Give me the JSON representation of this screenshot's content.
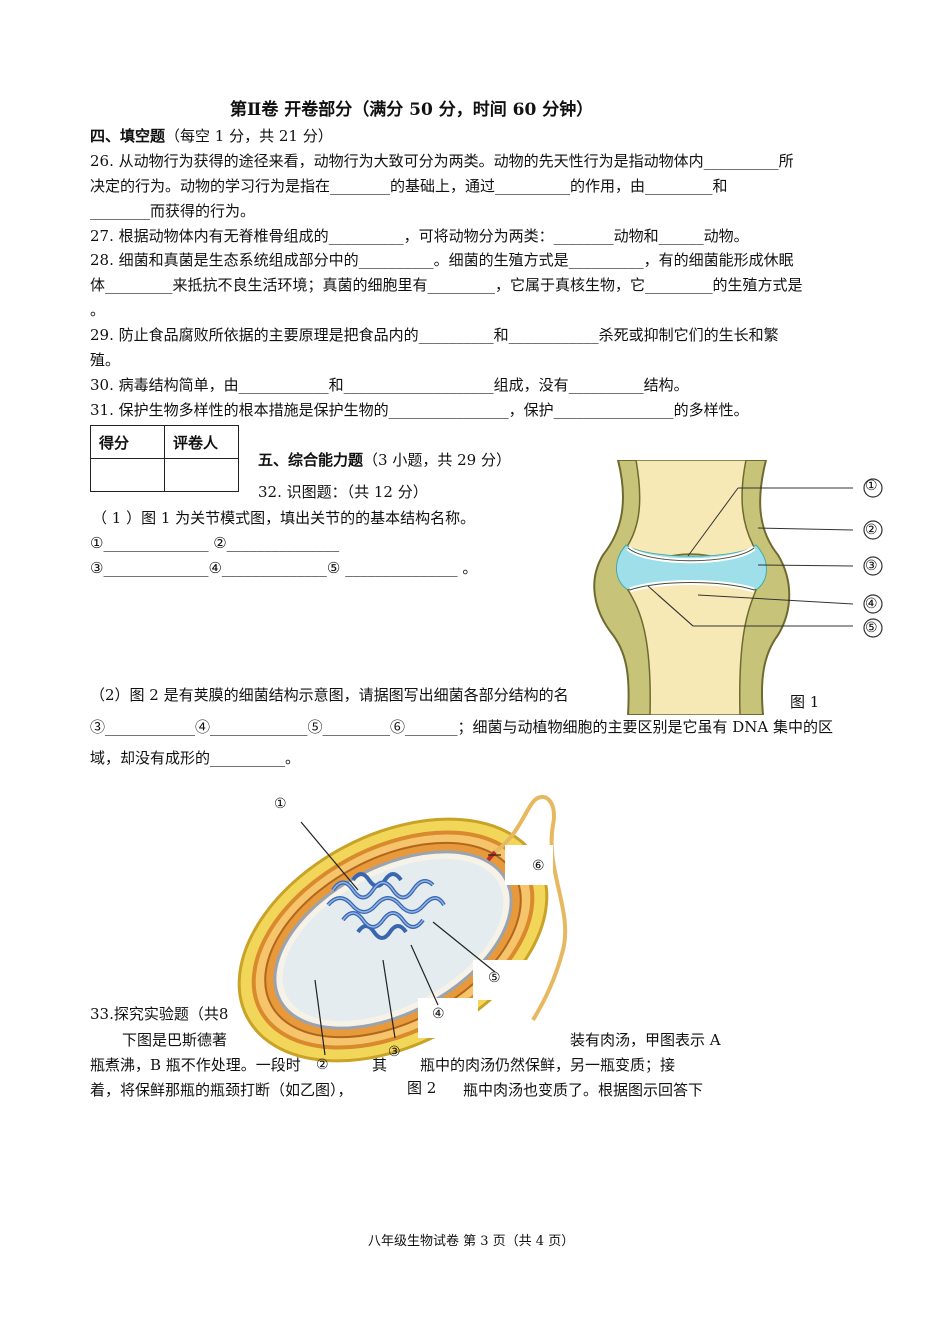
{
  "header": {
    "title": "第Ⅱ卷 开卷部分（满分 50 分，时间 60 分钟）"
  },
  "section4": {
    "heading": "四、填空题",
    "note": "（每空 1 分，共 21 分）",
    "q26": [
      "26. 从动物行为获得的途径来看，动物行为大致可分为两类。动物的先天性行为是指动物体内__________所",
      "决定的行为。动物的学习行为是指在________的基础上，通过__________的作用，由_________和",
      "________而获得的行为。"
    ],
    "q27": "27. 根据动物体内有无脊椎骨组成的__________，可将动物分为两类：________动物和______动物。",
    "q28": [
      "28. 细菌和真菌是生态系统组成部分中的__________。细菌的生殖方式是__________，有的细菌能形成休眠",
      "体_________来抵抗不良生活环境；真菌的细胞里有_________，它属于真核生物，它_________的生殖方式是",
      "。"
    ],
    "q29": [
      "29. 防止食品腐败所依据的主要原理是把食品内的__________和____________杀死或抑制它们的生长和繁",
      "殖。"
    ],
    "q30": "30.  病毒结构简单，由____________和____________________组成，没有__________结构。",
    "q31": "31.  保护生物多样性的根本措施是保护生物的________________，保护________________的多样性。"
  },
  "score_table": {
    "col1": "得分",
    "col2": "评卷人"
  },
  "section5": {
    "heading": "五、综合能力题",
    "note": "（3 小题，共 29 分）",
    "q32_title": "32. 识图题：（共 12 分）",
    "q32_1": "（ 1 ）图 1 为关节模式图，填出关节的的基本结构名称。",
    "q32_1_line1": "①______________  ②_______________",
    "q32_1_line2": "③______________④______________⑤  _______________  。",
    "q32_2_line1": "（2）图 2 是有荚膜的细菌结构示意图，请据图写出细菌各部分结构的名",
    "q32_2_line2": "③____________④_____________⑤_________⑥_______；细菌与动植物细胞的主要区别是它虽有 DNA 集中的区",
    "q32_2_line3": "域，却没有成形的__________。",
    "q33_title": "33.探究实验题（共8",
    "q33_line1a": "下图是巴斯德著",
    "q33_line1b": "装有肉汤，甲图表示 A",
    "q33_line2a": "瓶煮沸，B 瓶不作处理。一段时",
    "q33_line2b": "其",
    "q33_line2c": "瓶中的肉汤仍然保鲜，另一瓶变质；接",
    "q33_line3a": "着，将保鲜那瓶的瓶颈打断（如乙图），",
    "q33_line3b": "瓶中肉汤也变质了。根据图示回答下"
  },
  "figure1": {
    "caption": "图 1",
    "labels": [
      "①",
      "②",
      "③",
      "④",
      "⑤"
    ]
  },
  "figure2": {
    "caption": "图 2",
    "labels": [
      "①",
      "②",
      "③",
      "④",
      "⑤",
      "⑥"
    ]
  },
  "footer": {
    "text": "八年级生物试卷  第 3 页（共 4 页）"
  }
}
